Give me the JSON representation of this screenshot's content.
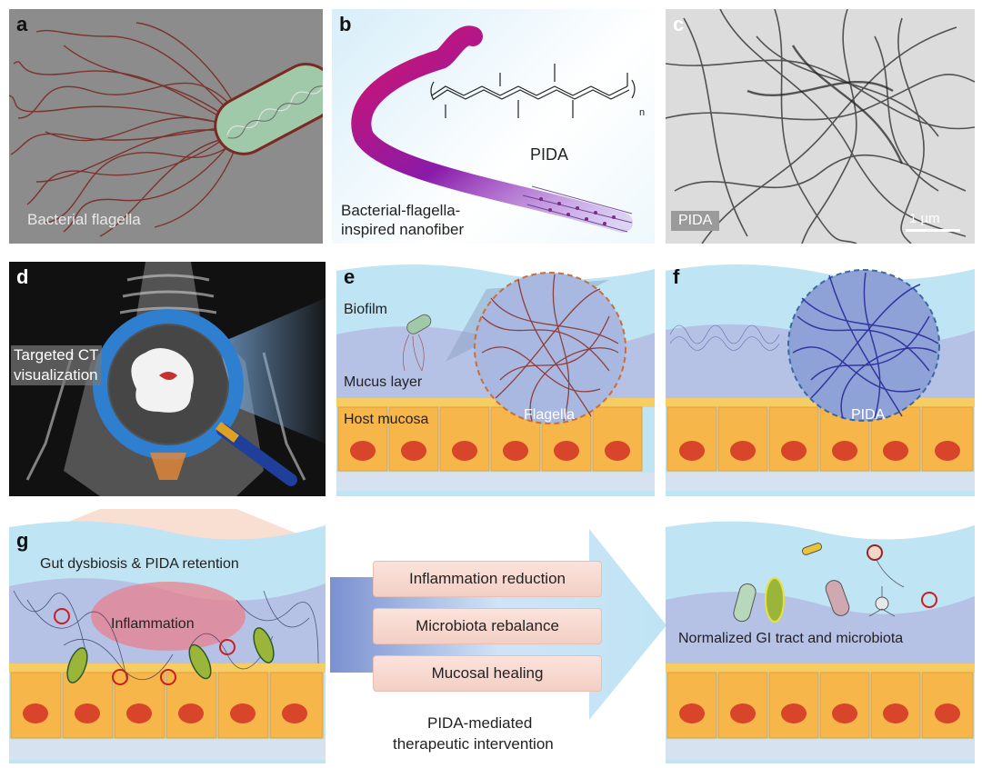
{
  "panels": {
    "a": {
      "label": "a",
      "caption": "Bacterial flagella"
    },
    "b": {
      "label": "b",
      "compound": "PIDA",
      "subscript": "n",
      "caption_line1": "Bacterial-flagella-",
      "caption_line2": "inspired nanofiber"
    },
    "c": {
      "label": "c",
      "tag": "PIDA",
      "scale_bar": "1 µm"
    },
    "d": {
      "label": "d",
      "caption_line1": "Targeted CT",
      "caption_line2": "visualization"
    },
    "e": {
      "label": "e",
      "biofilm": "Biofilm",
      "mucus": "Mucus layer",
      "mucosa": "Host mucosa",
      "zoom_label": "Flagella"
    },
    "f": {
      "label": "f",
      "zoom_label": "PIDA"
    },
    "g": {
      "label": "g",
      "left_title": "Gut dysbiosis & PIDA retention",
      "inflammation": "Inflammation",
      "steps": [
        "Inflammation reduction",
        "Microbiota rebalance",
        "Mucosal healing"
      ],
      "arrow_caption_line1": "PIDA-mediated",
      "arrow_caption_line2": "therapeutic intervention",
      "right_title": "Normalized GI tract and microbiota"
    }
  },
  "colors": {
    "flagella": "#8a2a24",
    "pida_fiber": "#2a2a8a",
    "mucus": "#b9c6e6",
    "mucosa": "#f0b650",
    "nucleus": "#d8452a",
    "lumen": "#bfe4f4"
  }
}
